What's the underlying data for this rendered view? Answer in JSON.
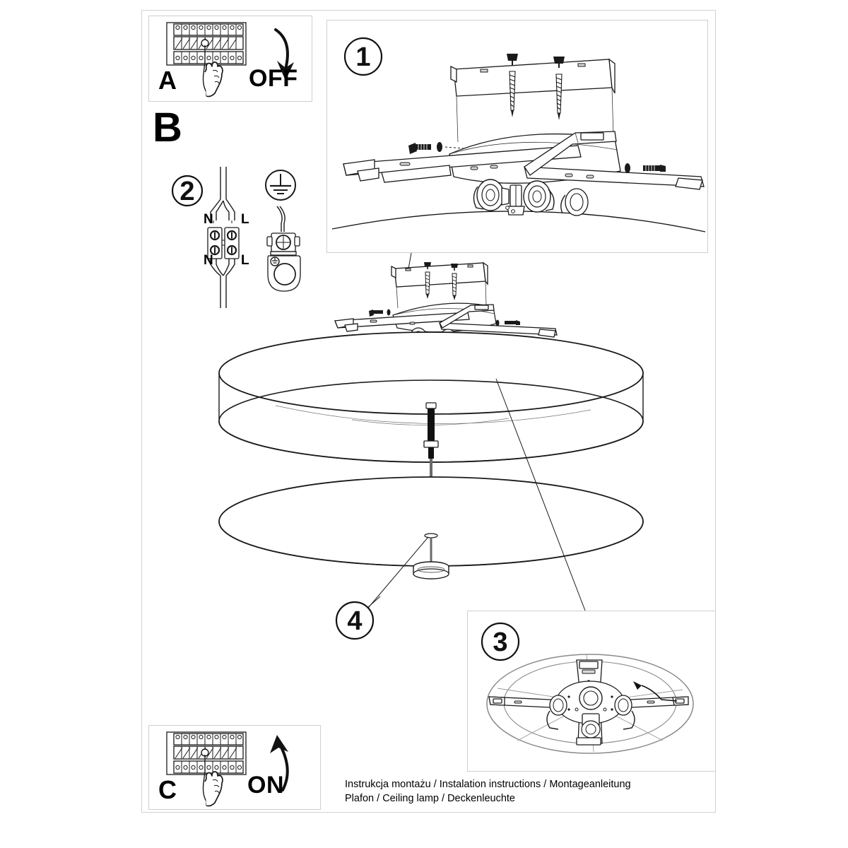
{
  "document": {
    "type": "installation-instruction-sheet",
    "product": "Ceiling lamp / drum shade plafond",
    "sections": [
      {
        "letter": "A",
        "action_label": "OFF",
        "description": "Switch circuit breaker off"
      },
      {
        "letter": "B",
        "action_label": "",
        "description": "Wiring and mounting steps"
      },
      {
        "letter": "C",
        "action_label": "ON",
        "description": "Switch circuit breaker on"
      }
    ]
  },
  "panel_a": {
    "letter": "A",
    "action": "OFF",
    "arrow_direction": "down",
    "icon": "breaker-panel-hand-icon",
    "breaker_modules": 9
  },
  "panel_c": {
    "letter": "C",
    "action": "ON",
    "arrow_direction": "up",
    "icon": "breaker-panel-hand-icon",
    "breaker_modules": 9
  },
  "section_b": {
    "letter": "B"
  },
  "steps": [
    {
      "number": "1",
      "title": "Fix mounting bracket to ceiling"
    },
    {
      "number": "2",
      "title": "Connect wires to terminal block"
    },
    {
      "number": "3",
      "title": "Bottom view of mounted fixture"
    },
    {
      "number": "4",
      "title": "Fit diffuser and finial"
    }
  ],
  "step2": {
    "number": "2",
    "terminal_labels_top": {
      "left": "N",
      "right": "L"
    },
    "terminal_labels_bottom": {
      "left": "N",
      "right": "L"
    },
    "earth_symbol": "earth-ground-icon",
    "terminal_screws": 4,
    "clamp": "earth-clamp-icon"
  },
  "step1": {
    "number": "1",
    "parts": [
      "ceiling-bracket",
      "wood-screw",
      "wood-screw",
      "wall-plug",
      "wall-plug",
      "machine-screw",
      "machine-screw",
      "washer",
      "washer",
      "cross-bracket",
      "lamp-socket",
      "lamp-socket"
    ]
  },
  "step3": {
    "number": "3",
    "view": "bottom-view",
    "arrow_direction": "up-left"
  },
  "step4": {
    "number": "4",
    "part": "diffuser-finial-nut"
  },
  "main_illustration": {
    "shade": "cylindrical-drum-shade",
    "diffuser": "round-bottom-diffuser",
    "rod": "central-threaded-rod",
    "finial": "decorative-finial-nut"
  },
  "captions": {
    "line1": "Instrukcja montażu / Instalation instructions / Montageanleitung",
    "line2": "Plafon / Ceiling lamp / Deckenleuchte"
  },
  "colors": {
    "ink": "#1a1a1a",
    "frame": "#d2d2d2",
    "panel_border": "#cfcfcf",
    "background": "#ffffff"
  }
}
